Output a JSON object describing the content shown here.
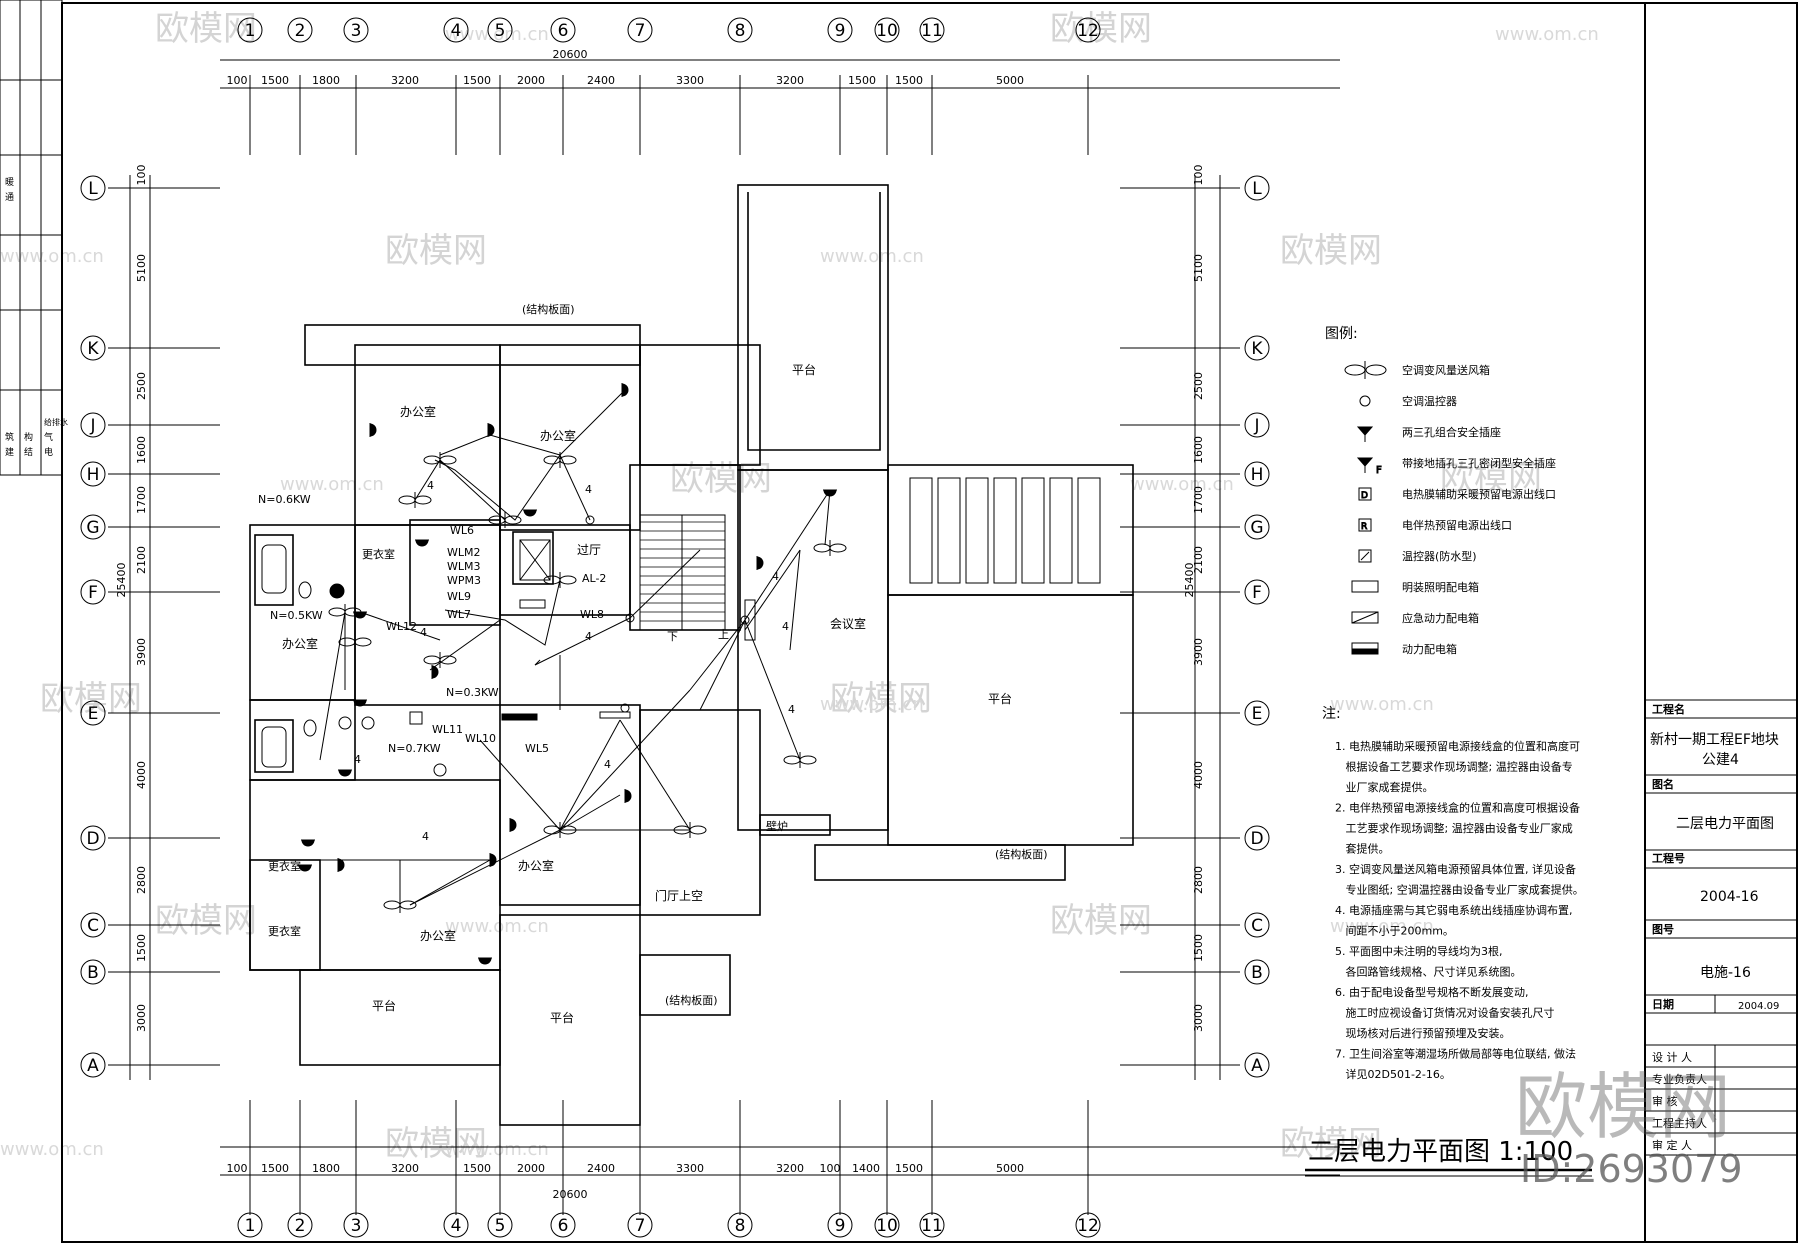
{
  "axes_top": [
    "1",
    "2",
    "3",
    "4",
    "5",
    "6",
    "7",
    "8",
    "9",
    "10",
    "11",
    "12"
  ],
  "axes_side": [
    "L",
    "K",
    "J",
    "H",
    "G",
    "F",
    "E",
    "D",
    "C",
    "B",
    "A"
  ],
  "dims_horizontal": [
    "100",
    "1500",
    "1800",
    "3200",
    "1500",
    "2000",
    "2400",
    "3300",
    "3200",
    "1500",
    "1500",
    "5000"
  ],
  "dims_horizontal_bottom": [
    "100",
    "1500",
    "1800",
    "3200",
    "1500",
    "2000",
    "2400",
    "3300",
    "3200",
    "100",
    "1400",
    "1500",
    "5000"
  ],
  "dim_total_h": "20600",
  "dims_vertical": [
    "100",
    "5100",
    "2500",
    "1600",
    "1700",
    "2100",
    "3900",
    "4000",
    "2800",
    "1500",
    "3000"
  ],
  "dim_total_v": "25400",
  "rooms": {
    "office1": "办公室",
    "office2": "办公室",
    "office3": "办公室",
    "office4": "办公室",
    "office5": "办公室",
    "changing1": "更衣室",
    "changing2": "更衣室",
    "changing3": "更衣室",
    "hall": "过厅",
    "meeting": "会议室",
    "platform1": "平台",
    "platform2": "平台",
    "platform3": "平台",
    "platform4": "平台",
    "lobby_void": "门厅上空",
    "fireplace": "壁炉",
    "slab1": "(结构板面)",
    "slab2": "(结构板面)",
    "slab3": "(结构板面)",
    "stair_down": "下",
    "stair_up": "上"
  },
  "circuits": {
    "n1": "N=0.6KW",
    "n2": "N=0.5KW",
    "n3": "N=0.3KW",
    "n4": "N=0.7KW",
    "wl6": "WL6",
    "wlm2": "WLM2",
    "wlm3": "WLM3",
    "wpm3": "WPM3",
    "wl9": "WL9",
    "wl7": "WL7",
    "wl12": "WL12",
    "al2": "AL-2",
    "wl8": "WL8",
    "wl11": "WL11",
    "wl10": "WL10",
    "wl5": "WL5",
    "four": "4"
  },
  "legend": {
    "title": "图例:",
    "items": [
      "空调变风量送风箱",
      "空调温控器",
      "两三孔组合安全插座",
      "带接地插孔三孔密闭型安全插座",
      "电热膜辅助采暖预留电源出线口",
      "电伴热预留电源出线口",
      "温控器(防水型)",
      "明装照明配电箱",
      "应急动力配电箱",
      "动力配电箱"
    ],
    "letter_d": "D",
    "letter_r": "R",
    "letter_f": "F"
  },
  "notes": {
    "title": "注:",
    "items": [
      "1. 电热膜辅助采暖预留电源接线盒的位置和高度可",
      "   根据设备工艺要求作现场调整; 温控器由设备专",
      "   业厂家成套提供。",
      "2. 电伴热预留电源接线盒的位置和高度可根据设备",
      "   工艺要求作现场调整; 温控器由设备专业厂家成",
      "   套提供。",
      "3. 空调变风量送风箱电源预留具体位置, 详见设备",
      "   专业图纸; 空调温控器由设备专业厂家成套提供。",
      "4. 电源插座需与其它弱电系统出线插座协调布置,",
      "   间距不小于200mm。",
      "5. 平面图中未注明的导线均为3根,",
      "   各回路管线规格、尺寸详见系统图。",
      "6. 由于配电设备型号规格不断发展变动,",
      "   施工时应视设备订货情况对设备安装孔尺寸",
      "   现场核对后进行预留预埋及安装。",
      "7. 卫生间浴室等潮湿场所做局部等电位联结, 做法",
      "   详见02D501-2-16。"
    ]
  },
  "drawing_title": "二层电力平面图 1:100",
  "title_block": {
    "project_name_label": "工程名",
    "project_name": "新村一期工程EF地块",
    "project_name2": "公建4",
    "drawing_name_label": "图名",
    "drawing_name": "二层电力平面图",
    "project_no_label": "工程号",
    "project_no": "2004-16",
    "drawing_no_label": "图号",
    "drawing_no": "电施-16",
    "date_label": "日期",
    "date": "2004.09",
    "signatures": [
      "设 计 人",
      "专业负责人",
      "审    核",
      "工程主持人",
      "审 定 人"
    ]
  },
  "left_strip": {
    "col1": [
      "建",
      "结",
      "电",
      "给排水"
    ],
    "col2": [
      "筑",
      "构",
      "气",
      ""
    ],
    "top1": "暖",
    "top2": "通"
  },
  "watermark": {
    "brand": "欧模网",
    "url": "www.om.cn",
    "id": "ID:2693079"
  }
}
